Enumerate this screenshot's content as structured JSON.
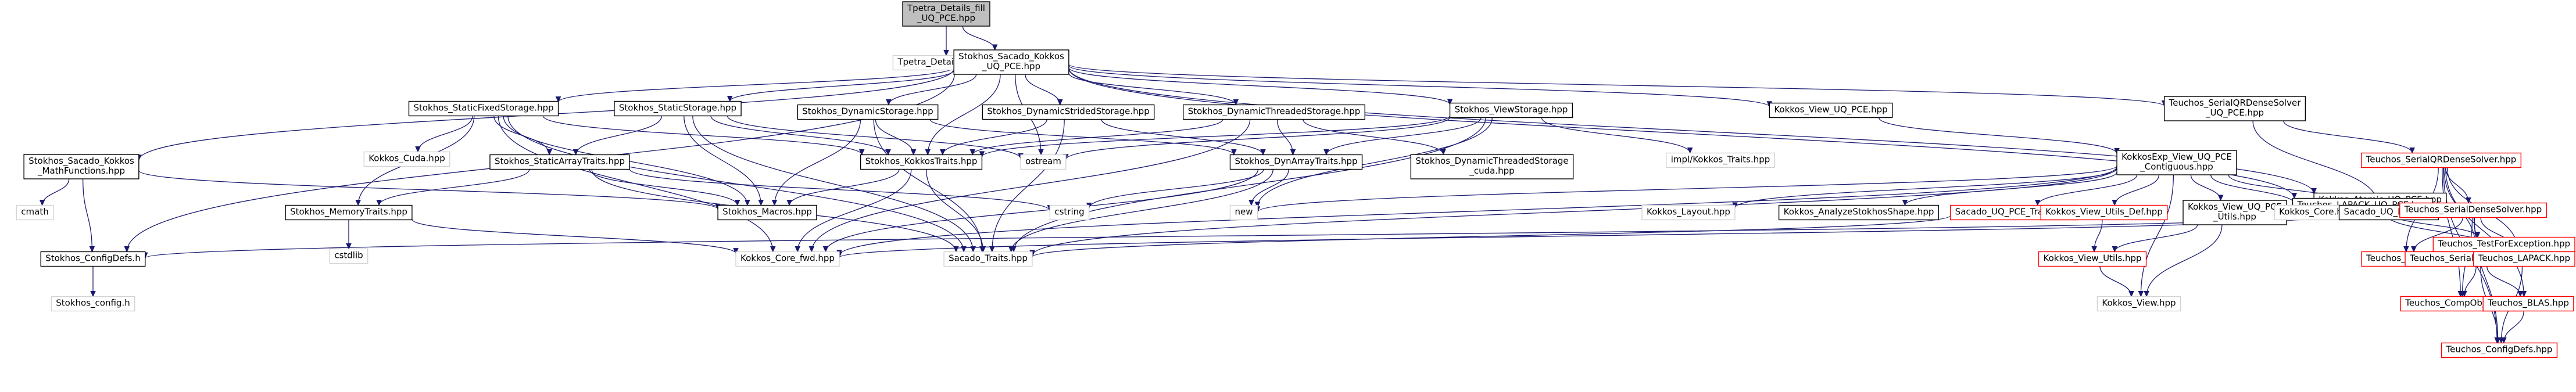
{
  "colors": {
    "edge": "#191970",
    "root_fill": "#bfbfbf",
    "node_border": "#000000",
    "missing_border": "#ff0000",
    "external_text_border": "#d3d3d3"
  },
  "nodes": [
    {
      "id": "root",
      "lines": [
        "Tpetra_Details_fill",
        "_UQ_PCE.hpp"
      ],
      "style": "root"
    },
    {
      "id": "tpetra_fill",
      "lines": [
        "Tpetra_Details_fill.hpp"
      ],
      "style": "external"
    },
    {
      "id": "sacado_kokkos",
      "lines": [
        "Stokhos_Sacado_Kokkos",
        "_UQ_PCE.hpp"
      ],
      "style": "normal"
    },
    {
      "id": "mathfunctions",
      "lines": [
        "Stokhos_Sacado_Kokkos",
        "_MathFunctions.hpp"
      ],
      "style": "normal"
    },
    {
      "id": "staticfixed",
      "lines": [
        "Stokhos_StaticFixedStorage.hpp"
      ],
      "style": "normal"
    },
    {
      "id": "staticstorage",
      "lines": [
        "Stokhos_StaticStorage.hpp"
      ],
      "style": "normal"
    },
    {
      "id": "dynamicstorage",
      "lines": [
        "Stokhos_DynamicStorage.hpp"
      ],
      "style": "normal"
    },
    {
      "id": "dynamicstrided",
      "lines": [
        "Stokhos_DynamicStridedStorage.hpp"
      ],
      "style": "normal"
    },
    {
      "id": "dynamicthreaded",
      "lines": [
        "Stokhos_DynamicThreadedStorage.hpp"
      ],
      "style": "normal"
    },
    {
      "id": "viewstorage",
      "lines": [
        "Stokhos_ViewStorage.hpp"
      ],
      "style": "normal"
    },
    {
      "id": "kokkos_view_uq",
      "lines": [
        "Kokkos_View_UQ_PCE.hpp"
      ],
      "style": "normal"
    },
    {
      "id": "teuchos_serialqr_uq",
      "lines": [
        "Teuchos_SerialQRDenseSolver",
        "_UQ_PCE.hpp"
      ],
      "style": "normal"
    },
    {
      "id": "kokkos_atomic",
      "lines": [
        "Kokkos_Atomic_UQ_PCE.hpp"
      ],
      "style": "normal"
    },
    {
      "id": "teuchos_lapack_uq",
      "lines": [
        "Teuchos_LAPACK_UQ_PCE.hpp"
      ],
      "style": "normal"
    },
    {
      "id": "cmath",
      "lines": [
        "cmath"
      ],
      "style": "external"
    },
    {
      "id": "kokkos_cuda",
      "lines": [
        "Kokkos_Cuda.hpp"
      ],
      "style": "external"
    },
    {
      "id": "staticarraytraits",
      "lines": [
        "Stokhos_StaticArrayTraits.hpp"
      ],
      "style": "normal"
    },
    {
      "id": "kokkostraits",
      "lines": [
        "Stokhos_KokkosTraits.hpp"
      ],
      "style": "normal"
    },
    {
      "id": "extream",
      "lines": [
        "ostream"
      ],
      "style": "external"
    },
    {
      "id": "dynarraytraits",
      "lines": [
        "Stokhos_DynArrayTraits.hpp"
      ],
      "style": "normal"
    },
    {
      "id": "dynthreaded_cuda",
      "lines": [
        "Stokhos_DynamicThreadedStorage",
        "_cuda.hpp"
      ],
      "style": "normal"
    },
    {
      "id": "impl_kokkos_traits",
      "lines": [
        "impl/Kokkos_Traits.hpp"
      ],
      "style": "external"
    },
    {
      "id": "kokkosexp_view",
      "lines": [
        "KokkosExp_View_UQ_PCE",
        "_Contiguous.hpp"
      ],
      "style": "normal"
    },
    {
      "id": "teuchos_serialqr",
      "lines": [
        "Teuchos_SerialQRDenseSolver.hpp"
      ],
      "style": "missing"
    },
    {
      "id": "teuchos_lapack_uq_test",
      "lines": [
        "Teuchos_TestForException.hpp"
      ],
      "style": "missing"
    },
    {
      "id": "memorytraits",
      "lines": [
        "Stokhos_MemoryTraits.hpp"
      ],
      "style": "normal"
    },
    {
      "id": "macros",
      "lines": [
        "Stokhos_Macros.hpp"
      ],
      "style": "normal"
    },
    {
      "id": "cstring",
      "lines": [
        "cstring"
      ],
      "style": "external"
    },
    {
      "id": "new",
      "lines": [
        "new"
      ],
      "style": "external"
    },
    {
      "id": "kokkos_layout",
      "lines": [
        "Kokkos_Layout.hpp"
      ],
      "style": "external"
    },
    {
      "id": "analyzeshape",
      "lines": [
        "Kokkos_AnalyzeStokhosShape.hpp"
      ],
      "style": "normal"
    },
    {
      "id": "sacado_uq_traits",
      "lines": [
        "Sacado_UQ_PCE_Traits.hpp"
      ],
      "style": "missing"
    },
    {
      "id": "view_utils_def",
      "lines": [
        "Kokkos_View_Utils_Def.hpp"
      ],
      "style": "missing"
    },
    {
      "id": "view_uq_utils",
      "lines": [
        "Kokkos_View_UQ_PCE",
        "_Utils.hpp"
      ],
      "style": "normal"
    },
    {
      "id": "kokkos_core",
      "lines": [
        "Kokkos_Core.hpp"
      ],
      "style": "external"
    },
    {
      "id": "sacado_uq",
      "lines": [
        "Sacado_UQ_PCE.hpp"
      ],
      "style": "normal"
    },
    {
      "id": "serialdensesolver",
      "lines": [
        "Teuchos_SerialDenseSolver.hpp"
      ],
      "style": "missing"
    },
    {
      "id": "cstdlib",
      "lines": [
        "cstdlib"
      ],
      "style": "external"
    },
    {
      "id": "configdefs_stokhos",
      "lines": [
        "Stokhos_ConfigDefs.h"
      ],
      "style": "normal"
    },
    {
      "id": "kokkos_core_fwd",
      "lines": [
        "Kokkos_Core_fwd.hpp"
      ],
      "style": "external"
    },
    {
      "id": "sacado_traits",
      "lines": [
        "Sacado_Traits.hpp"
      ],
      "style": "external"
    },
    {
      "id": "kokkos_view_utils",
      "lines": [
        "Kokkos_View_Utils.hpp"
      ],
      "style": "missing"
    },
    {
      "id": "teuchos_rcp",
      "lines": [
        "Teuchos_RCP.hpp"
      ],
      "style": "missing"
    },
    {
      "id": "serialdensematrix",
      "lines": [
        "Teuchos_SerialDenseMatrix.hpp"
      ],
      "style": "missing"
    },
    {
      "id": "teuchos_lapack",
      "lines": [
        "Teuchos_LAPACK.hpp"
      ],
      "style": "missing"
    },
    {
      "id": "stokhos_config",
      "lines": [
        "Stokhos_config.h"
      ],
      "style": "external"
    },
    {
      "id": "kokkos_view",
      "lines": [
        "Kokkos_View.hpp"
      ],
      "style": "external"
    },
    {
      "id": "teuchos_compobject",
      "lines": [
        "Teuchos_CompObject.hpp"
      ],
      "style": "missing"
    },
    {
      "id": "teuchos_blas",
      "lines": [
        "Teuchos_BLAS.hpp"
      ],
      "style": "missing"
    },
    {
      "id": "teuchos_configdefs",
      "lines": [
        "Teuchos_ConfigDefs.hpp"
      ],
      "style": "missing"
    }
  ],
  "edges": [
    [
      "root",
      "tpetra_fill"
    ],
    [
      "root",
      "sacado_kokkos"
    ],
    [
      "sacado_kokkos",
      "mathfunctions"
    ],
    [
      "sacado_kokkos",
      "staticfixed"
    ],
    [
      "sacado_kokkos",
      "staticstorage"
    ],
    [
      "sacado_kokkos",
      "dynamicstorage"
    ],
    [
      "sacado_kokkos",
      "dynamicstrided"
    ],
    [
      "sacado_kokkos",
      "dynamicthreaded"
    ],
    [
      "sacado_kokkos",
      "viewstorage"
    ],
    [
      "sacado_kokkos",
      "kokkos_view_uq"
    ],
    [
      "sacado_kokkos",
      "teuchos_serialqr_uq"
    ],
    [
      "sacado_kokkos",
      "kokkos_atomic"
    ],
    [
      "sacado_kokkos",
      "teuchos_lapack_uq"
    ],
    [
      "sacado_kokkos",
      "configdefs_stokhos"
    ],
    [
      "sacado_kokkos",
      "kokkostraits"
    ],
    [
      "sacado_kokkos",
      "extream"
    ],
    [
      "mathfunctions",
      "cmath"
    ],
    [
      "mathfunctions",
      "configdefs_stokhos"
    ],
    [
      "mathfunctions",
      "macros"
    ],
    [
      "staticfixed",
      "kokkos_cuda"
    ],
    [
      "staticfixed",
      "staticarraytraits"
    ],
    [
      "staticfixed",
      "kokkostraits"
    ],
    [
      "staticfixed",
      "macros"
    ],
    [
      "staticfixed",
      "memorytraits"
    ],
    [
      "staticfixed",
      "sacado_traits"
    ],
    [
      "staticfixed",
      "kokkos_core_fwd"
    ],
    [
      "staticstorage",
      "staticarraytraits"
    ],
    [
      "staticstorage",
      "kokkostraits"
    ],
    [
      "staticstorage",
      "macros"
    ],
    [
      "staticstorage",
      "sacado_traits"
    ],
    [
      "staticstorage",
      "extream"
    ],
    [
      "dynamicstorage",
      "dynarraytraits"
    ],
    [
      "dynamicstorage",
      "kokkostraits"
    ],
    [
      "dynamicstorage",
      "macros"
    ],
    [
      "dynamicstorage",
      "sacado_traits"
    ],
    [
      "dynamicstrided",
      "dynarraytraits"
    ],
    [
      "dynamicstrided",
      "kokkostraits"
    ],
    [
      "dynamicstrided",
      "sacado_traits"
    ],
    [
      "dynamicthreaded",
      "dynarraytraits"
    ],
    [
      "dynamicthreaded",
      "dynthreaded_cuda"
    ],
    [
      "dynamicthreaded",
      "kokkostraits"
    ],
    [
      "dynamicthreaded",
      "kokkos_core_fwd"
    ],
    [
      "viewstorage",
      "impl_kokkos_traits"
    ],
    [
      "viewstorage",
      "dynarraytraits"
    ],
    [
      "viewstorage",
      "kokkostraits"
    ],
    [
      "viewstorage",
      "extream"
    ],
    [
      "viewstorage",
      "sacado_traits"
    ],
    [
      "viewstorage",
      "new"
    ],
    [
      "kokkos_view_uq",
      "kokkosexp_view"
    ],
    [
      "teuchos_serialqr_uq",
      "teuchos_serialqr"
    ],
    [
      "teuchos_serialqr_uq",
      "sacado_uq"
    ],
    [
      "kokkos_atomic",
      "sacado_uq"
    ],
    [
      "kokkos_atomic",
      "kokkos_core"
    ],
    [
      "teuchos_lapack_uq",
      "teuchos_lapack"
    ],
    [
      "teuchos_lapack_uq",
      "teuchos_lapack_uq_test"
    ],
    [
      "teuchos_lapack_uq",
      "sacado_uq"
    ],
    [
      "staticarraytraits",
      "cstring"
    ],
    [
      "staticarraytraits",
      "macros"
    ],
    [
      "staticarraytraits",
      "memorytraits"
    ],
    [
      "staticarraytraits",
      "sacado_traits"
    ],
    [
      "kokkostraits",
      "macros"
    ],
    [
      "kokkostraits",
      "kokkos_core_fwd"
    ],
    [
      "kokkostraits",
      "sacado_traits"
    ],
    [
      "dynarraytraits",
      "new"
    ],
    [
      "dynarraytraits",
      "cstring"
    ],
    [
      "dynarraytraits",
      "kokkos_core_fwd"
    ],
    [
      "dynarraytraits",
      "sacado_traits"
    ],
    [
      "memorytraits",
      "cstdlib"
    ],
    [
      "memorytraits",
      "kokkos_core_fwd"
    ],
    [
      "kokkosexp_view",
      "kokkos_layout"
    ],
    [
      "kokkosexp_view",
      "analyzeshape"
    ],
    [
      "kokkosexp_view",
      "sacado_uq_traits"
    ],
    [
      "kokkosexp_view",
      "view_utils_def"
    ],
    [
      "kokkosexp_view",
      "view_uq_utils"
    ],
    [
      "kokkosexp_view",
      "kokkos_core"
    ],
    [
      "kokkosexp_view",
      "sacado_uq"
    ],
    [
      "kokkosexp_view",
      "sacado_traits"
    ],
    [
      "kokkosexp_view",
      "kokkos_view"
    ],
    [
      "kokkosexp_view",
      "kokkos_core_fwd"
    ],
    [
      "kokkosexp_view",
      "new"
    ],
    [
      "sacado_uq_traits",
      "sacado_traits"
    ],
    [
      "view_utils_def",
      "kokkos_view_utils"
    ],
    [
      "view_uq_utils",
      "kokkos_view_utils"
    ],
    [
      "view_uq_utils",
      "kokkos_view"
    ],
    [
      "kokkos_view_utils",
      "kokkos_view"
    ],
    [
      "sacado_uq",
      "configdefs_stokhos"
    ],
    [
      "sacado_uq",
      "kokkos_core_fwd"
    ],
    [
      "teuchos_serialqr",
      "teuchos_rcp"
    ],
    [
      "teuchos_serialqr",
      "serialdensesolver"
    ],
    [
      "teuchos_serialqr",
      "serialdensematrix"
    ],
    [
      "teuchos_serialqr",
      "teuchos_lapack"
    ],
    [
      "teuchos_serialqr",
      "teuchos_compobject"
    ],
    [
      "teuchos_serialqr",
      "teuchos_blas"
    ],
    [
      "teuchos_serialqr",
      "teuchos_configdefs"
    ],
    [
      "serialdensesolver",
      "teuchos_rcp"
    ],
    [
      "serialdensesolver",
      "serialdensematrix"
    ],
    [
      "serialdensesolver",
      "teuchos_lapack"
    ],
    [
      "serialdensesolver",
      "teuchos_compobject"
    ],
    [
      "serialdensesolver",
      "teuchos_configdefs"
    ],
    [
      "serialdensematrix",
      "teuchos_compobject"
    ],
    [
      "serialdensematrix",
      "teuchos_blas"
    ],
    [
      "serialdensematrix",
      "teuchos_configdefs"
    ],
    [
      "teuchos_lapack",
      "teuchos_configdefs"
    ],
    [
      "teuchos_blas",
      "teuchos_configdefs"
    ],
    [
      "configdefs_stokhos",
      "stokhos_config"
    ]
  ]
}
